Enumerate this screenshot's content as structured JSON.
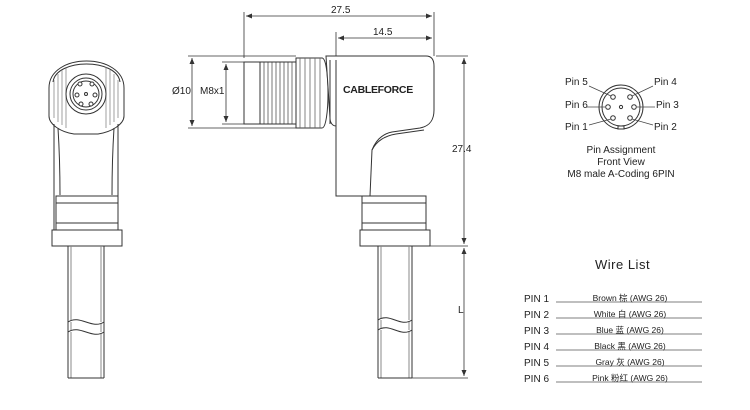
{
  "dimensions": {
    "overall_length": "27.5",
    "body_length": "14.5",
    "height": "27.4",
    "outer_diameter": "Ø10",
    "thread": "M8x1",
    "cable_length": "L"
  },
  "brand": "CABLEFORCE",
  "pin_assignment": {
    "labels": [
      "Pin 5",
      "Pin 4",
      "Pin 6",
      "Pin 3",
      "Pin 1",
      "Pin 2"
    ],
    "caption": [
      "Pin  Assignment",
      "Front  View",
      "M8 male A-Coding 6PIN"
    ]
  },
  "wire_list": {
    "title": "Wire  List",
    "rows": [
      {
        "pin": "PIN 1",
        "desc": "Brown  棕 (AWG 26)"
      },
      {
        "pin": "PIN 2",
        "desc": "White  白 (AWG 26)"
      },
      {
        "pin": "PIN 3",
        "desc": "Blue    蓝 (AWG 26)"
      },
      {
        "pin": "PIN 4",
        "desc": "Black    黑 (AWG 26)"
      },
      {
        "pin": "PIN 5",
        "desc": "Gray    灰 (AWG 26)"
      },
      {
        "pin": "PIN 6",
        "desc": "Pink  粉红 (AWG 26)"
      }
    ]
  }
}
